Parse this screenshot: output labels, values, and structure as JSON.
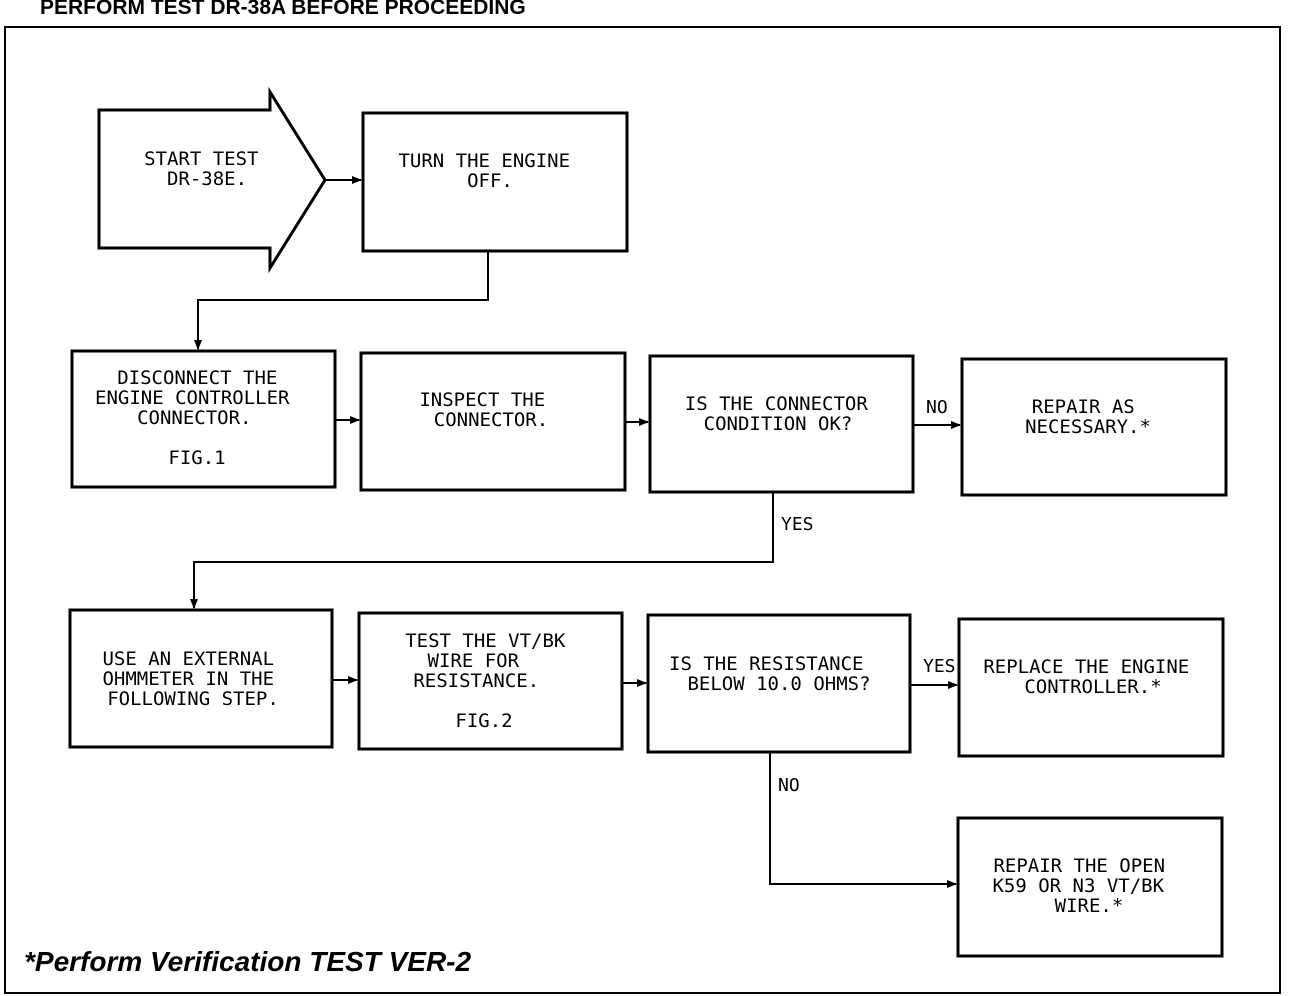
{
  "header": "PERFORM TEST DR-38A BEFORE PROCEEDING",
  "footer": "*Perform Verification TEST VER-2",
  "nodes": {
    "start": [
      "START TEST",
      "DR-38E."
    ],
    "turn_off": [
      "TURN THE ENGINE",
      "OFF."
    ],
    "disconnect": [
      "DISCONNECT THE",
      "ENGINE CONTROLLER",
      "CONNECTOR.",
      "",
      "FIG.1"
    ],
    "inspect": [
      "INSPECT THE",
      "CONNECTOR."
    ],
    "connector_ok": [
      "IS THE CONNECTOR",
      "CONDITION OK?"
    ],
    "repair": [
      "REPAIR AS",
      "NECESSARY.*"
    ],
    "ohmmeter": [
      "USE AN EXTERNAL",
      "OHMMETER IN THE",
      "FOLLOWING STEP."
    ],
    "test_wire": [
      "TEST THE VT/BK",
      "WIRE FOR",
      "RESISTANCE.",
      "",
      "FIG.2"
    ],
    "resistance_q": [
      "IS THE RESISTANCE",
      "BELOW 10.0 OHMS?"
    ],
    "replace": [
      "REPLACE THE ENGINE",
      "CONTROLLER.*"
    ],
    "repair_open": [
      "REPAIR THE OPEN",
      "K59 OR N3 VT/BK",
      "WIRE.*"
    ]
  },
  "edge_labels": {
    "connector_no": "NO",
    "connector_yes": "YES",
    "resistance_yes": "YES",
    "resistance_no": "NO"
  }
}
